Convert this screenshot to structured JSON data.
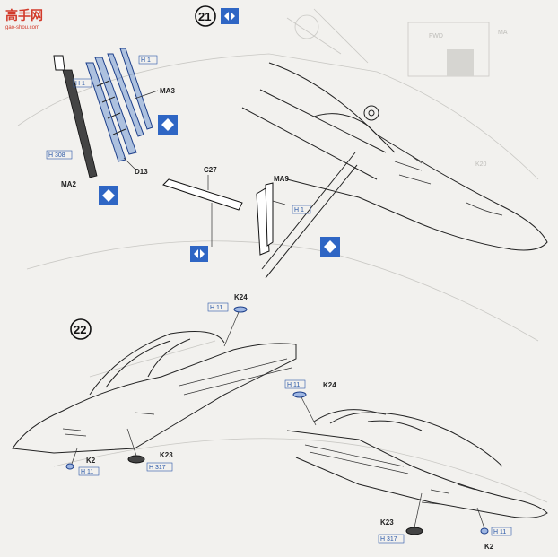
{
  "watermark": {
    "title": "高手网",
    "url": "gao-shou.com"
  },
  "step21": {
    "number": "21",
    "part_labels": {
      "ma3": "MA3",
      "ma2": "MA2",
      "d13": "D13",
      "c27": "C27",
      "ma9": "MA9"
    },
    "color_refs": {
      "h1a": "H 1",
      "h1b": "H 1",
      "h308": "H 308",
      "h1c": "H 1"
    }
  },
  "step22": {
    "number": "22",
    "part_labels": {
      "k24a": "K24",
      "k2a": "K2",
      "k23a": "K23",
      "k24b": "K24",
      "k23b": "K23",
      "k2b": "K2"
    },
    "color_refs": {
      "h11a": "H 11",
      "h11b": "H 11",
      "h317a": "H 317",
      "h11c": "H 11",
      "h317b": "H 317",
      "h11d": "H 11"
    }
  },
  "background_text": {
    "fwd": "FWD",
    "ma": "MA",
    "k20": "K20"
  },
  "colors": {
    "paint_blue": "#2f66c4",
    "label": "#222222",
    "background": "#f2f1ee"
  }
}
